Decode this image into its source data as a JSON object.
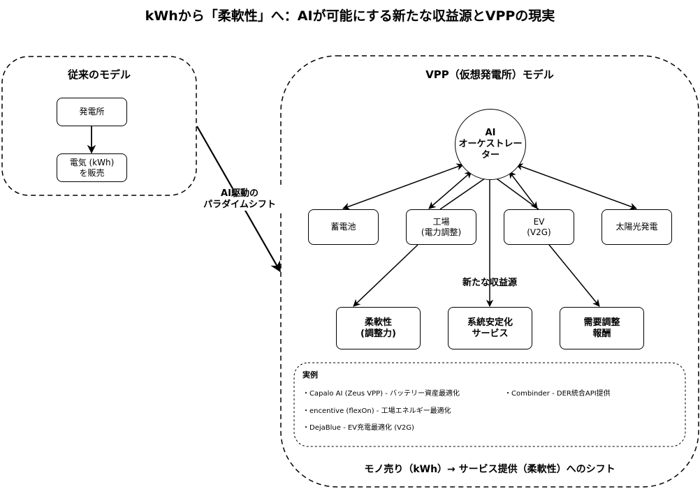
{
  "title": "kWhから「柔軟性」へ：AIが可能にする新たな収益源とVPPの現実",
  "traditional": {
    "label": "従来のモデル",
    "power_plant": "発電所",
    "sell": "電気 (kWh)\nを販売"
  },
  "shift_label": "AI駆動の\nパラダイムシフト",
  "vpp": {
    "label": "VPP（仮想発電所）モデル",
    "orchestrator": "AI\nオーケストレー\nター",
    "resources": [
      {
        "label": "蓄電池"
      },
      {
        "label": "工場\n(電力調整)"
      },
      {
        "label": "EV\n(V2G)"
      },
      {
        "label": "太陽光発電"
      }
    ],
    "revenue_label": "新たな収益源",
    "revenues": [
      {
        "label": "柔軟性\n(調整力)"
      },
      {
        "label": "系統安定化\nサービス"
      },
      {
        "label": "需要調整\n報酬"
      }
    ],
    "examples": {
      "title": "実例",
      "items": [
        "・Capalo AI (Zeus VPP) - バッテリー資産最適化",
        "・encentive (flexOn) - 工場エネルギー最適化",
        "・DejaBlue - EV充電最適化 (V2G)",
        "・Combinder - DER統合API提供"
      ]
    },
    "footer": "モノ売り（kWh）→ サービス提供（柔軟性）へのシフト"
  }
}
